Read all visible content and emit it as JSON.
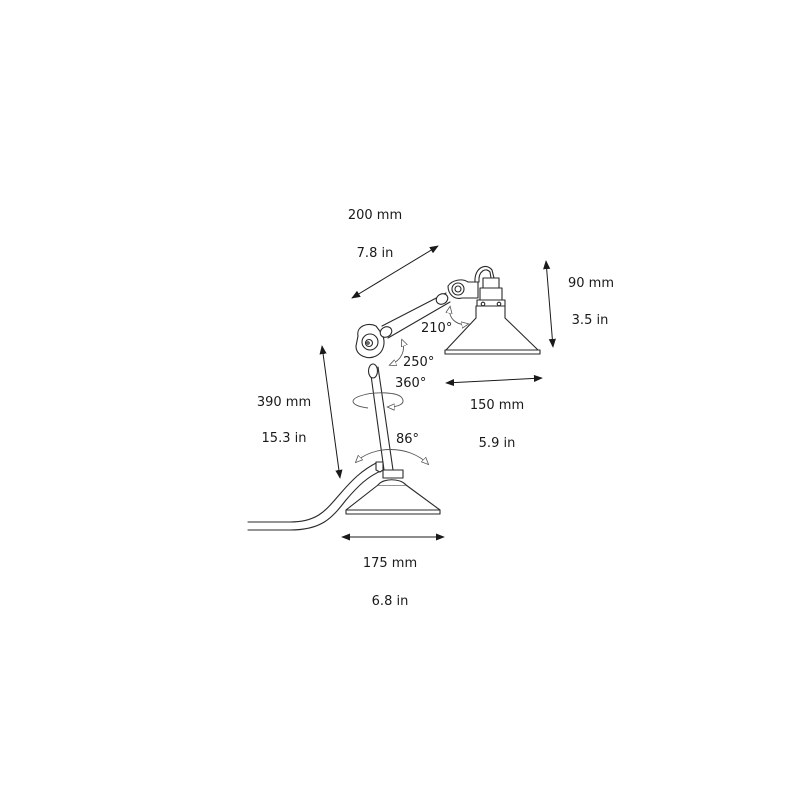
{
  "diagram": {
    "title": "Desk lamp dimension diagram",
    "line_color": "#2a2a2a",
    "fill_color": "#ffffff",
    "text_color": "#1a1a1a"
  },
  "dimensions": {
    "arm": {
      "mm": "200 mm",
      "in": "7.8 in"
    },
    "shade_height": {
      "mm": "90 mm",
      "in": "3.5 in"
    },
    "shade_width": {
      "mm": "150 mm",
      "in": "5.9 in"
    },
    "lamp_height": {
      "mm": "390 mm",
      "in": "15.3 in"
    },
    "base_width": {
      "mm": "175 mm",
      "in": "6.8 in"
    }
  },
  "rotations": {
    "shade_tilt": "210°",
    "elbow": "250°",
    "column_spin": "360°",
    "base_tilt": "86°"
  }
}
